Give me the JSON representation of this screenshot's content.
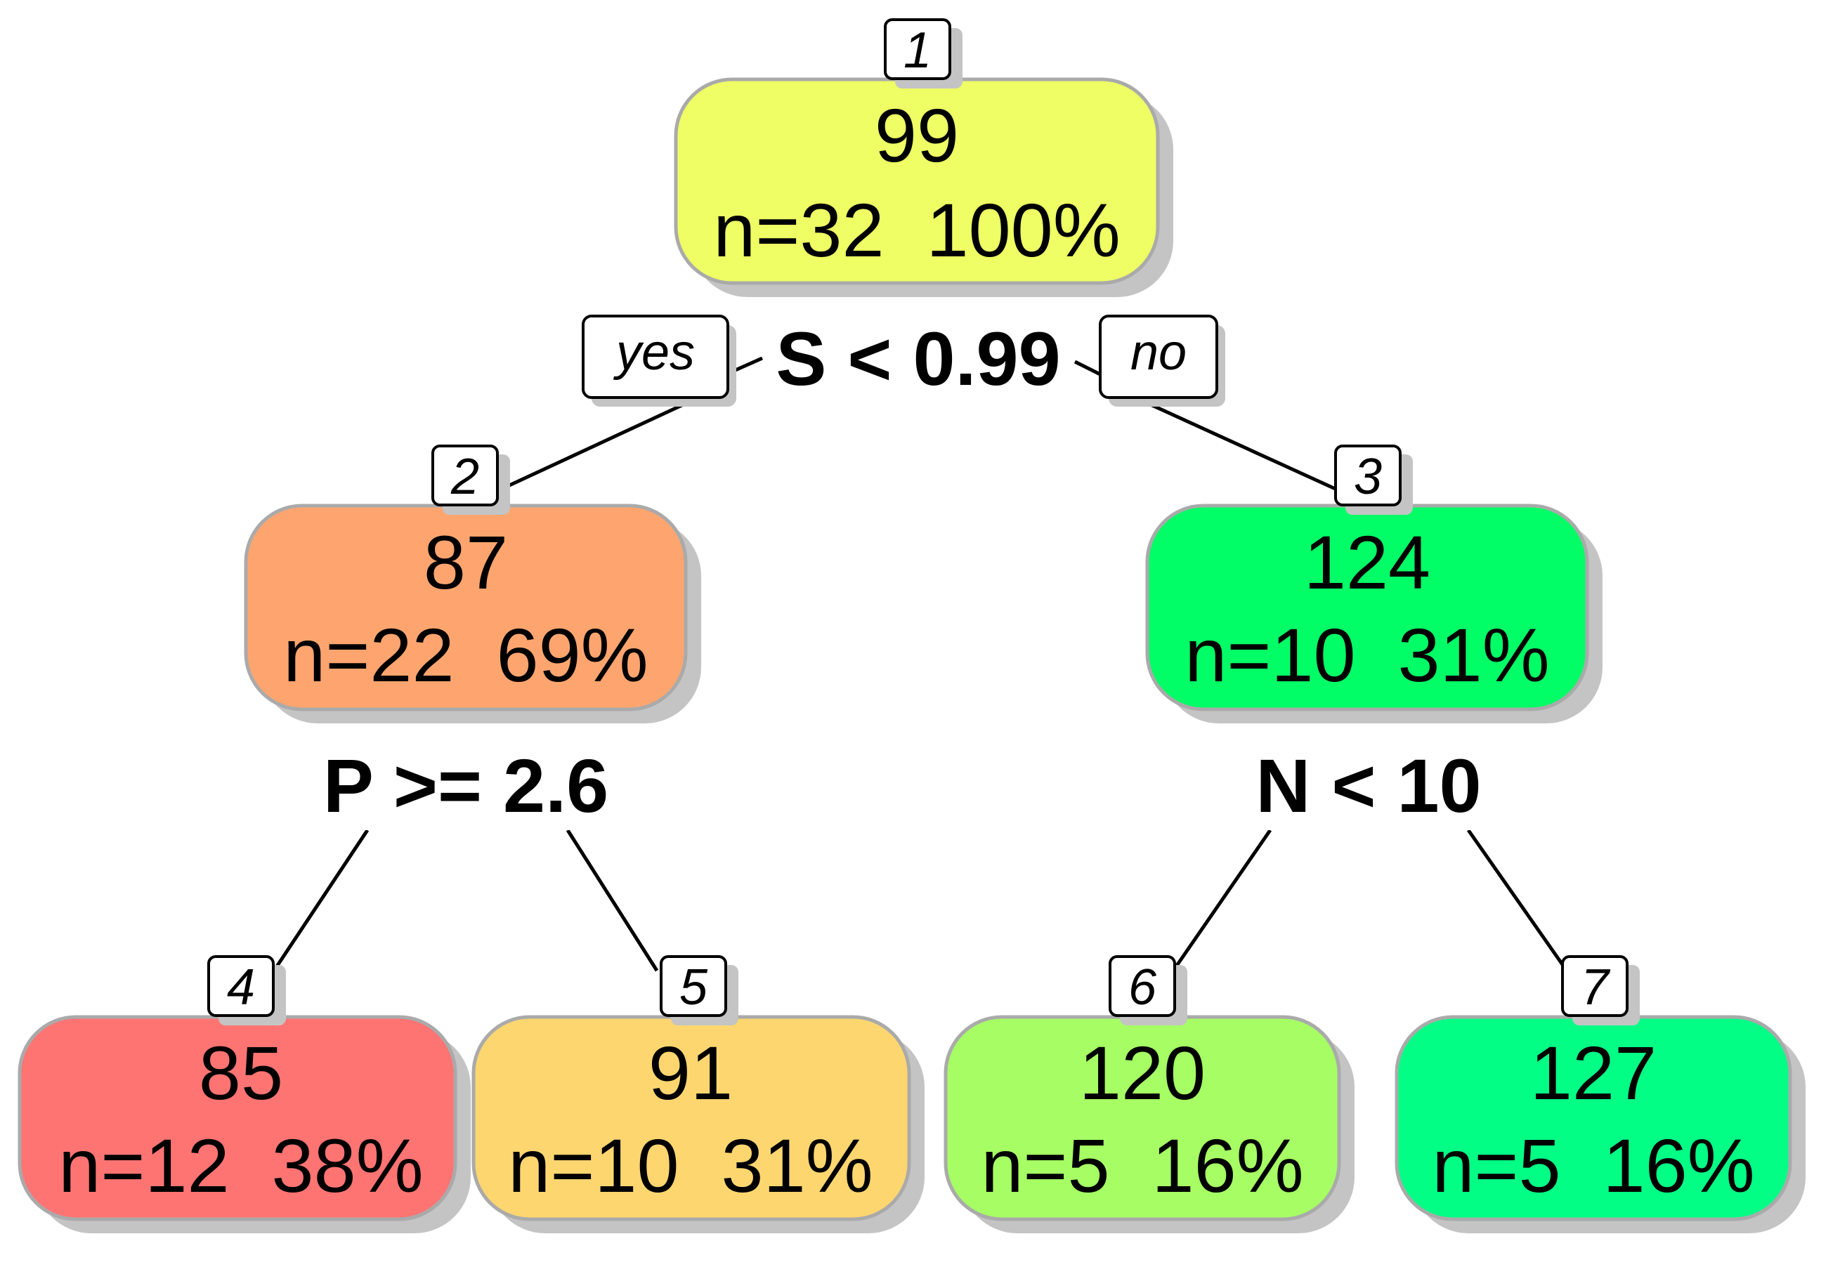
{
  "tree": {
    "nodes": [
      {
        "id": "1",
        "value": "99",
        "stats": "n=32  100%",
        "color": "#EEFE64"
      },
      {
        "id": "2",
        "value": "87",
        "stats": "n=22  69%",
        "color": "#FEA56F"
      },
      {
        "id": "3",
        "value": "124",
        "stats": "n=10  31%",
        "color": "#02FE66"
      },
      {
        "id": "4",
        "value": "85",
        "stats": "n=12  38%",
        "color": "#FE7473"
      },
      {
        "id": "5",
        "value": "91",
        "stats": "n=10  31%",
        "color": "#FED670"
      },
      {
        "id": "6",
        "value": "120",
        "stats": "n=5  16%",
        "color": "#A6FE64"
      },
      {
        "id": "7",
        "value": "127",
        "stats": "n=5  16%",
        "color": "#02FE85"
      }
    ],
    "splits": {
      "root": "S < 0.99",
      "node2": "P >= 2.6",
      "node3": "N < 10"
    },
    "branches": {
      "yes": "yes",
      "no": "no"
    }
  }
}
